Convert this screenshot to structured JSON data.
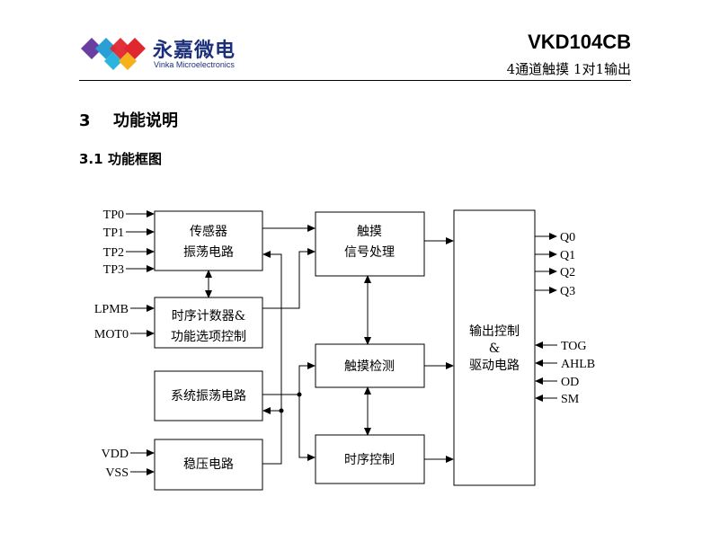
{
  "header": {
    "brand_cn": "永嘉微电",
    "brand_en": "Vinka Microelectronics",
    "part_number": "VKD104CB",
    "subtitle": "4通道触摸 1对1输出"
  },
  "section": {
    "number": "3",
    "title": "功能说明"
  },
  "subsection": {
    "number": "3.1",
    "title": "功能框图"
  },
  "diagram": {
    "blocks": {
      "osc": [
        "传感器",
        "振荡电路"
      ],
      "timer": [
        "时序计数器&",
        "功能选项控制"
      ],
      "sysosc": [
        "系统振荡电路"
      ],
      "reg": [
        "稳压电路"
      ],
      "sigproc": [
        "触摸",
        "信号处理"
      ],
      "detect": [
        "触摸检测"
      ],
      "timing": [
        "时序控制"
      ],
      "output": [
        "输出控制",
        "&",
        "驱动电路"
      ]
    },
    "inputs": {
      "tp0": "TP0",
      "tp1": "TP1",
      "tp2": "TP2",
      "tp3": "TP3",
      "lpmb": "LPMB",
      "mot0": "MOT0",
      "vdd": "VDD",
      "vss": "VSS"
    },
    "outputs": {
      "q0": "Q0",
      "q1": "Q1",
      "q2": "Q2",
      "q3": "Q3"
    },
    "right_inputs": {
      "tog": "TOG",
      "ahlb": "AHLB",
      "od": "OD",
      "sm": "SM"
    }
  },
  "colors": {
    "logo_purple": "#6a3fa0",
    "logo_blue": "#2a9fd6",
    "logo_red": "#e0262f",
    "logo_yellow": "#f6b21a",
    "brand_text": "#1c2f7a"
  }
}
